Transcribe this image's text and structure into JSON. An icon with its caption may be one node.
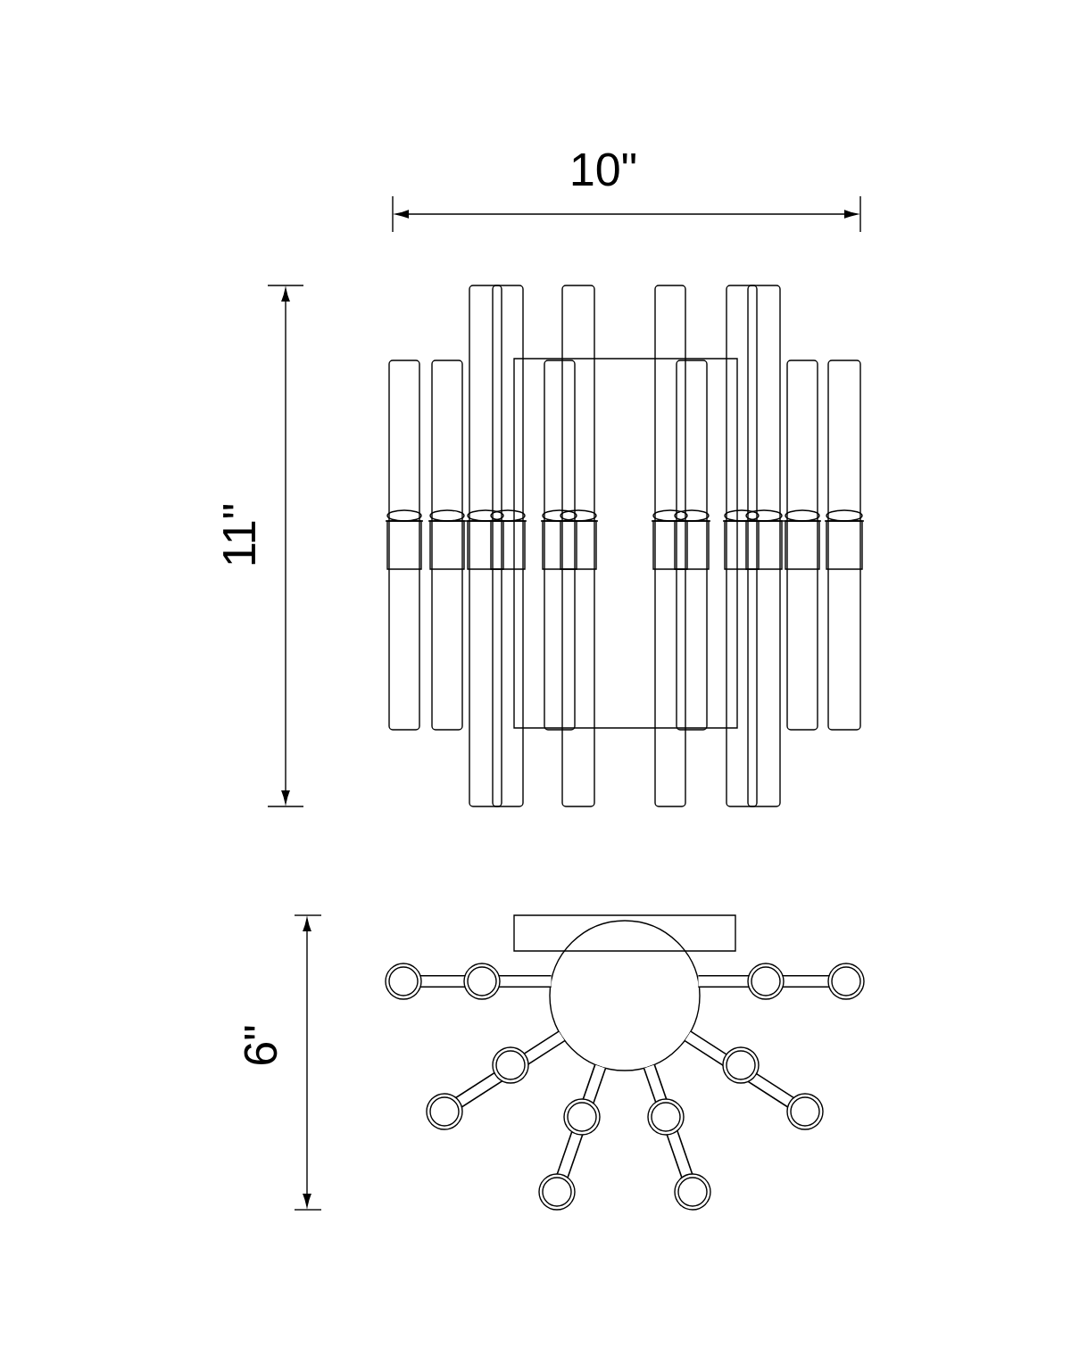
{
  "diagram": {
    "labels": [
      "10\"",
      "11\"",
      "6\""
    ]
  }
}
